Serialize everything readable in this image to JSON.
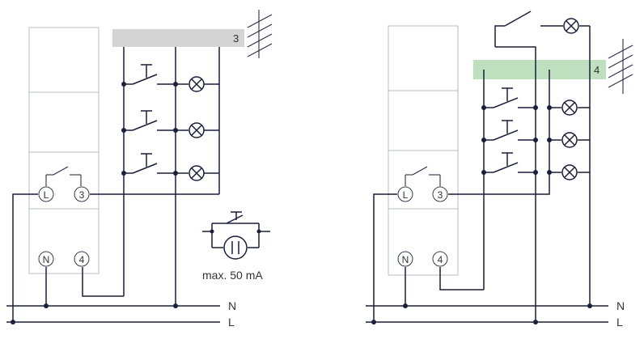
{
  "left": {
    "terminals": {
      "l": "L",
      "t3": "3",
      "n": "N",
      "t4": "4"
    },
    "bus_label": "3",
    "note": "max. 50 mA",
    "bus_color": "#d4d4d4"
  },
  "right": {
    "terminals": {
      "l": "L",
      "t3": "3",
      "n": "N",
      "t4": "4"
    },
    "bus_label": "4",
    "bus_color": "#bfe0bf"
  },
  "lines": {
    "n": "N",
    "l": "L"
  }
}
